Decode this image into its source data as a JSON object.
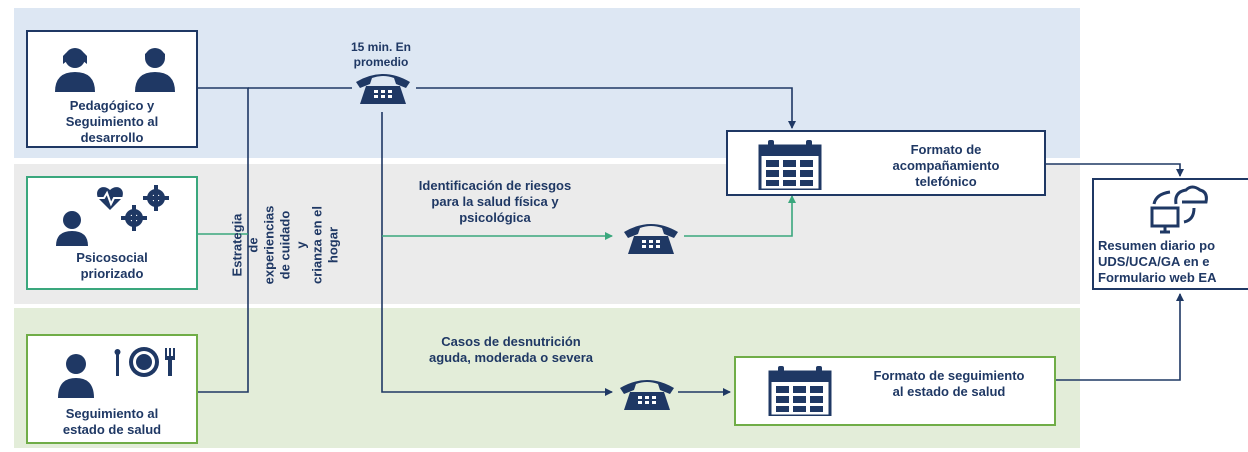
{
  "boxes": {
    "pedagogico": "Pedagógico y\nSeguimiento al\ndesarrollo",
    "psicosocial": "Psicosocial\npriorizado",
    "salud": "Seguimiento al\nestado de salud",
    "formato_acompanamiento": "Formato de\nacompañamiento\ntelefónico",
    "formato_seguimiento": "Formato de seguimiento\nal estado de salud",
    "resumen": "Resumen diario po\nUDS/UCA/GA en e\nFormulario web EA"
  },
  "labels": {
    "duration": "15 min. En\npromedio",
    "riesgos": "Identificación de riesgos\npara la salud física y\npsicológica",
    "desnutricion": "Casos de desnutrición\naguda, moderada o severa",
    "estrategia": "Estrategia de experiencias de cuidado y\ncrianza en el hogar"
  },
  "icons": [
    "two-persons-icon",
    "person-heart-gears-icon",
    "person-plate-cutlery-icon",
    "phone-icon",
    "calendar-icon",
    "cloud-computer-icon"
  ],
  "colors": {
    "navy": "#1f3864",
    "teal": "#3aa77d",
    "olive": "#70ad47",
    "band_blue": "#dde7f3",
    "band_gray": "#ebebeb",
    "band_green": "#e3edd9"
  }
}
